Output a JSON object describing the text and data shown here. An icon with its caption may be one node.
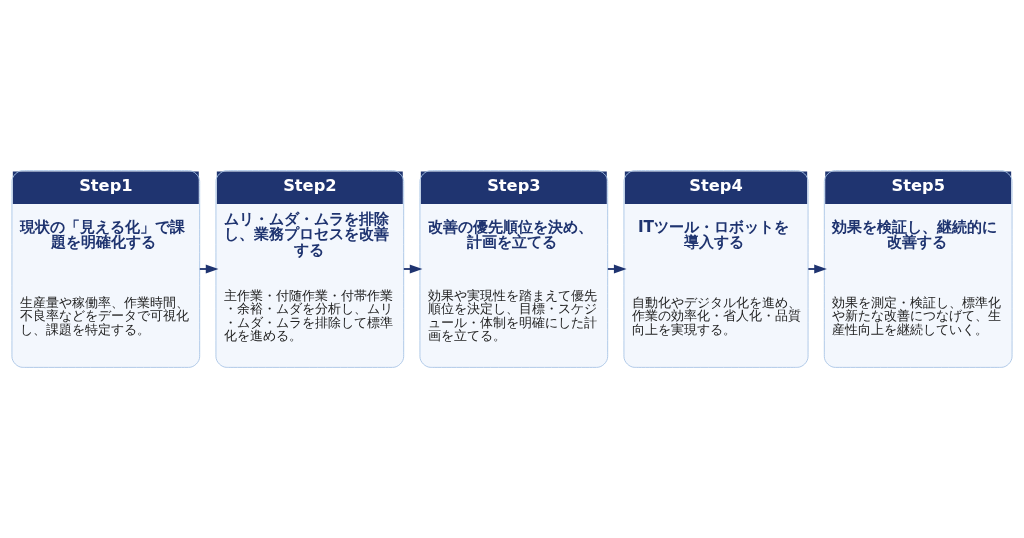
{
  "diagram": {
    "nodes": [
      {
        "text": [
          "Step1",
          "現状の「見える化」で課題を明確化する",
          "生産量や稼働率、作業時間、不良率などをデータで可視化し、課題を特定する。"
        ]
      },
      {
        "text": [
          "Step2",
          "ムリ・ムダ・ムラを排除し、業務プロセスを改善する",
          "主作業・付随作業・付帯作業・余裕・ムダを分析し、ムリ・ムダ・ムラを排除して標準化を進める。"
        ]
      },
      {
        "text": [
          "Step3",
          "改善の優先順位を決め、計画を立てる",
          "効果や実現性を踏まえて優先順位を決定し、目標・スケジュール・体制を明確にした計画を立てる。"
        ]
      },
      {
        "text": [
          "Step4",
          "ITツール・ロボットを導入する",
          "自動化やデジタル化を進め、作業の効率化・省人化・品質向上を実現する。"
        ]
      },
      {
        "text": [
          "Step5",
          "効果を検証し、継続的に改善する",
          "効果を測定・検証し、標準化や新たな改善につなげて、生産性向上を継続していく。"
        ]
      }
    ],
    "edges": [
      {
        "from": 0,
        "to": 1,
        "arrow": "to"
      },
      {
        "from": 1,
        "to": 2,
        "arrow": "to"
      },
      {
        "from": 2,
        "to": 3,
        "arrow": "to"
      },
      {
        "from": 3,
        "to": 4,
        "arrow": "to"
      }
    ]
  }
}
